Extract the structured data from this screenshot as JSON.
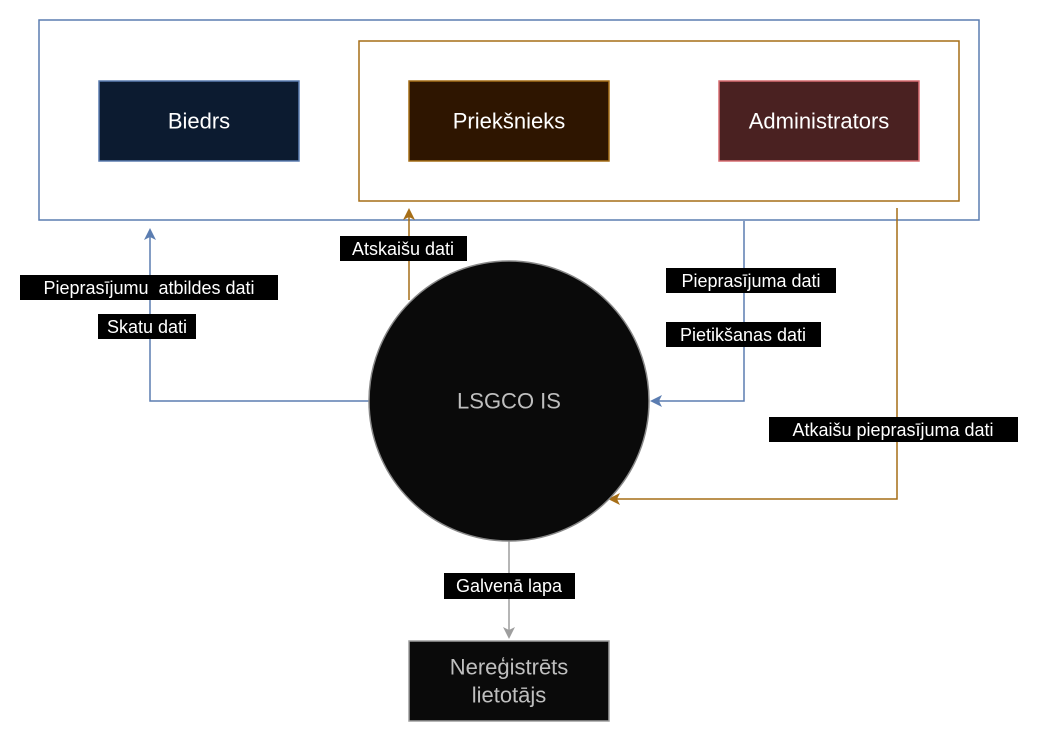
{
  "nodes": {
    "biedrs": "Biedrs",
    "prieksnieks": "Priekšnieks",
    "administrators": "Administrators",
    "system": "LSGCO IS",
    "neregistrets_line1": "Nereģistrēts",
    "neregistrets_line2": "lietotājs"
  },
  "edges": {
    "pieprasijumu_atbildes": "Pieprasījumu  atbildes dati",
    "skatu_dati": "Skatu dati",
    "atskaisu_dati": "Atskaišu dati",
    "pieprasijuma_dati": "Pieprasījuma dati",
    "pietiksanas_dati": "Pietikšanas dati",
    "atkaisu_pieprasijuma": "Atkaišu pieprasījuma dati",
    "galvena_lapa": "Galvenā lapa"
  },
  "colors": {
    "blue": "#5b7db1",
    "brown": "#a66e17",
    "gray": "#9e9e9e",
    "biedrs_fill": "#0c1b30",
    "prieksnieks_fill": "#2e1500",
    "administrators_fill": "#4a2121",
    "administrators_border": "#d96e72",
    "circle_fill": "#0a0a0a",
    "neregistrets_fill": "#0a0a0a"
  }
}
